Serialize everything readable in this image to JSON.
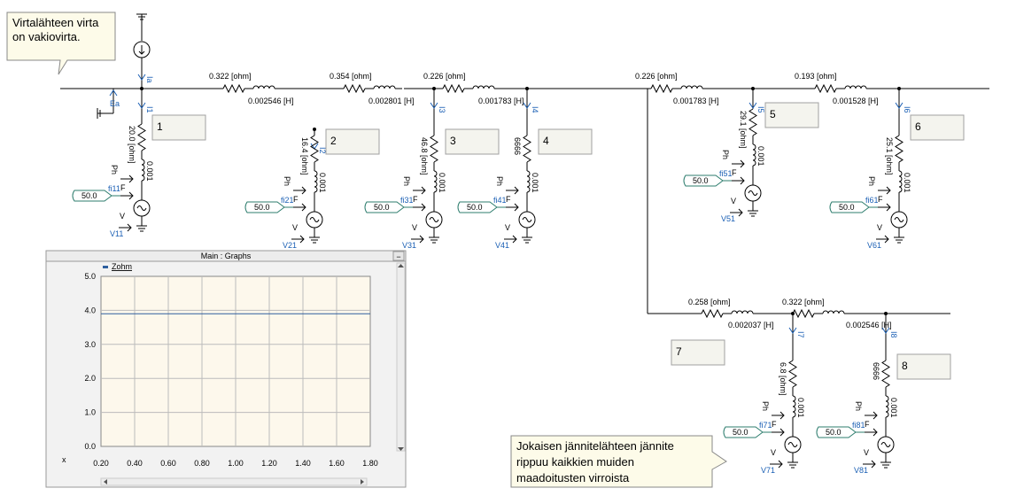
{
  "callouts": {
    "top": [
      "Virtalähteen virta",
      "on vakiovirta."
    ],
    "bottom": [
      "Jokaisen jännitelähteen jännite",
      "rippuu kaikkien muiden",
      "maadoitusten virroista"
    ]
  },
  "source": {
    "current_label": "Ia",
    "ground_label": "Ea"
  },
  "lines": [
    {
      "r": "0.322 [ohm]",
      "l": "0.002546 [H]"
    },
    {
      "r": "0.354 [ohm]",
      "l": "0.002801 [H]"
    },
    {
      "r": "0.226 [ohm]",
      "l": "0.001783 [H]"
    },
    {
      "r": "0.226 [ohm]",
      "l": "0.001783 [H]"
    },
    {
      "r": "0.193 [ohm]",
      "l": "0.001528 [H]"
    },
    {
      "r": "0.258 [ohm]",
      "l": "0.002037 [H]"
    },
    {
      "r": "0.322 [ohm]",
      "l": "0.002546 [H]"
    }
  ],
  "branches": [
    {
      "num": "1",
      "current": "I1",
      "r": "20.0 [ohm]",
      "l": "0.001",
      "fi": "fi11",
      "v": "V11",
      "f": "50.0",
      "ph": "Ph",
      "fl": "F",
      "vl": "V"
    },
    {
      "num": "2",
      "current": "I2",
      "r": "16.4 [ohm]",
      "l": "0.001",
      "fi": "fi21",
      "v": "V21",
      "f": "50.0",
      "ph": "Ph",
      "fl": "F",
      "vl": "V"
    },
    {
      "num": "3",
      "current": "I3",
      "r": "46.8 [ohm]",
      "l": "0.001",
      "fi": "fi31",
      "v": "V31",
      "f": "50.0",
      "ph": "Ph",
      "fl": "F",
      "vl": "V"
    },
    {
      "num": "4",
      "current": "I4",
      "r": "6666",
      "l": "0.001",
      "fi": "fi41",
      "v": "V41",
      "f": "50.0",
      "ph": "Ph",
      "fl": "F",
      "vl": "V"
    },
    {
      "num": "5",
      "current": "I5",
      "r": "29.1 [ohm]",
      "l": "0.001",
      "fi": "fi51",
      "v": "V51",
      "f": "50.0",
      "ph": "Ph",
      "fl": "F",
      "vl": "V"
    },
    {
      "num": "6",
      "current": "I6",
      "r": "25.1 [ohm]",
      "l": "0.001",
      "fi": "fi61",
      "v": "V61",
      "f": "50.0",
      "ph": "Ph",
      "fl": "F",
      "vl": "V"
    },
    {
      "num": "7",
      "current": "I7",
      "r": "6.8 [ohm]",
      "l": "0.001",
      "fi": "fi71",
      "v": "V71",
      "f": "50.0",
      "ph": "Ph",
      "fl": "F",
      "vl": "V"
    },
    {
      "num": "8",
      "current": "I8",
      "r": "6666",
      "l": "0.001",
      "fi": "fi81",
      "v": "V81",
      "f": "50.0",
      "ph": "Ph",
      "fl": "F",
      "vl": "V"
    }
  ],
  "graph": {
    "window_title": "Main : Graphs",
    "minimize": "−",
    "legend": "Zohm",
    "xaxis_label": "x",
    "ylim": [
      0,
      5
    ],
    "xlim": [
      0.2,
      1.8
    ],
    "yticks": [
      "5.0",
      "4.0",
      "3.0",
      "2.0",
      "1.0",
      "0.0"
    ],
    "xticks": [
      "0.20",
      "0.40",
      "0.60",
      "0.80",
      "1.00",
      "1.20",
      "1.40",
      "1.60",
      "1.80"
    ],
    "series_value": 3.9,
    "colors": {
      "plot_bg": "#fdf8ec",
      "line": "#2e5f9e",
      "grid": "#bbbbbb"
    }
  }
}
